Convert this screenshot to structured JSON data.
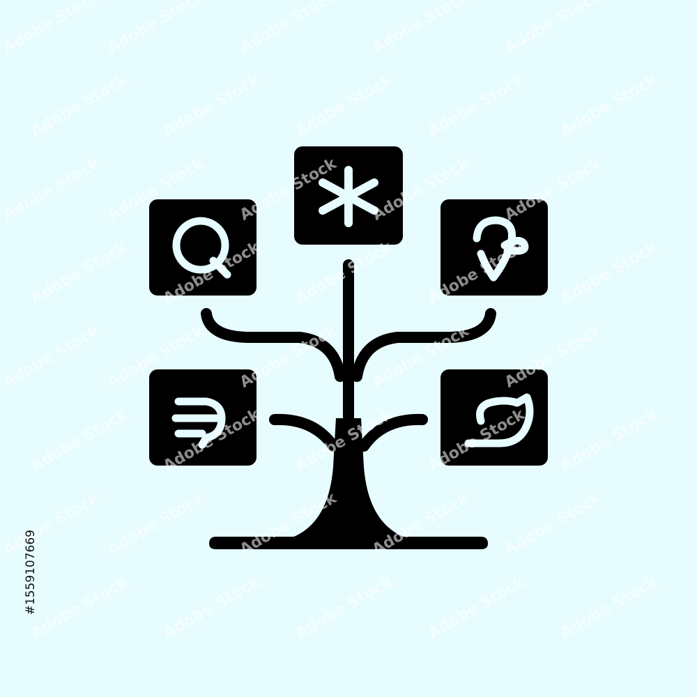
{
  "colors": {
    "background": "#e6fcff",
    "ink": "#000000",
    "glyph": "#e6fcff",
    "watermark": "rgba(255,255,255,0.55)"
  },
  "icon": {
    "name": "tree-with-tiles-icon",
    "tiles": [
      {
        "id": "tile-top",
        "glyph": "asterisk-icon"
      },
      {
        "id": "tile-left-upper",
        "glyph": "letter-q-icon"
      },
      {
        "id": "tile-right-upper",
        "glyph": "curved-hook-icon"
      },
      {
        "id": "tile-left-lower",
        "glyph": "arrow-into-arc-icon"
      },
      {
        "id": "tile-right-lower",
        "glyph": "leaf-loop-icon"
      }
    ]
  },
  "watermark": {
    "text": "Adobe Stock"
  },
  "stock_id": "#1559107669"
}
